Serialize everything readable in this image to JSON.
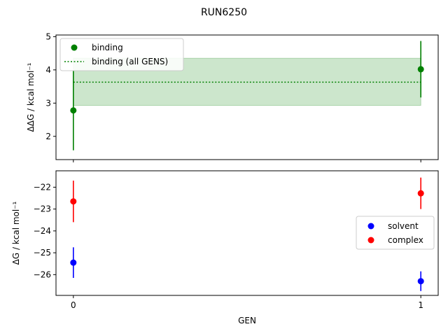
{
  "figure": {
    "title": "RUN6250",
    "xlabel": "GEN"
  },
  "colors": {
    "binding": "#008000",
    "binding_band": "#008000",
    "solvent": "#0000ff",
    "complex": "#ff0000"
  },
  "chart_data": [
    {
      "type": "scatter",
      "panel": "top",
      "ylabel": "ΔΔG / kcal mol⁻¹",
      "xlim": [
        -0.05,
        1.05
      ],
      "ylim": [
        1.3,
        5.05
      ],
      "xticks": [
        0,
        1
      ],
      "xticklabels": [],
      "yticks": [
        2,
        3,
        4,
        5
      ],
      "grid": false,
      "legend_position": "top-left",
      "series": [
        {
          "name": "binding",
          "color": "#008000",
          "points": [
            {
              "x": 0,
              "y": 2.78,
              "err": 1.2
            },
            {
              "x": 1,
              "y": 4.02,
              "err": 0.85
            }
          ]
        }
      ],
      "reference": {
        "name": "binding (all GENS)",
        "color": "#008000",
        "value": 3.63,
        "band": [
          2.93,
          4.35
        ],
        "x_range": [
          0,
          1
        ],
        "style": "dotted"
      }
    },
    {
      "type": "scatter",
      "panel": "bottom",
      "ylabel": "ΔG / kcal mol⁻¹",
      "xlim": [
        -0.05,
        1.05
      ],
      "ylim": [
        -26.95,
        -21.25
      ],
      "xticks": [
        0,
        1
      ],
      "xticklabels": [
        "0",
        "1"
      ],
      "yticks": [
        -26,
        -25,
        -24,
        -23,
        -22
      ],
      "grid": false,
      "legend_position": "center-right",
      "series": [
        {
          "name": "solvent",
          "color": "#0000ff",
          "points": [
            {
              "x": 0,
              "y": -25.45,
              "err": 0.7
            },
            {
              "x": 1,
              "y": -26.3,
              "err": 0.45
            }
          ]
        },
        {
          "name": "complex",
          "color": "#ff0000",
          "points": [
            {
              "x": 0,
              "y": -22.65,
              "err": 0.95
            },
            {
              "x": 1,
              "y": -22.28,
              "err": 0.72
            }
          ]
        }
      ]
    }
  ]
}
